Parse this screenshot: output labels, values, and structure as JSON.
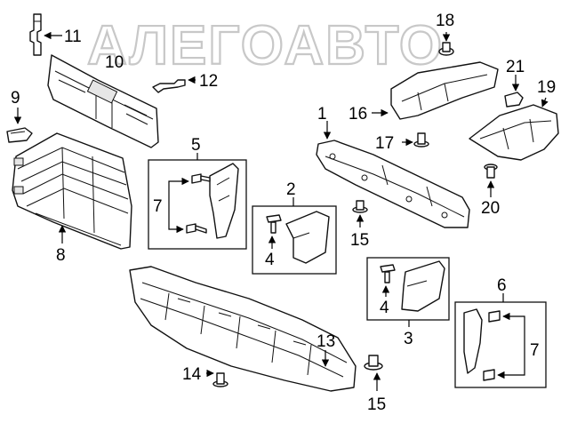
{
  "watermark": "АЛЕГОАВТО",
  "callouts": {
    "c1": "1",
    "c2": "2",
    "c3": "3",
    "c4a": "4",
    "c4b": "4",
    "c5": "5",
    "c6": "6",
    "c7a": "7",
    "c7b": "7",
    "c8": "8",
    "c9": "9",
    "c10": "10",
    "c11": "11",
    "c12": "12",
    "c13": "13",
    "c14": "14",
    "c15a": "15",
    "c15b": "15",
    "c16": "16",
    "c17": "17",
    "c18": "18",
    "c19": "19",
    "c20": "20",
    "c21": "21"
  }
}
